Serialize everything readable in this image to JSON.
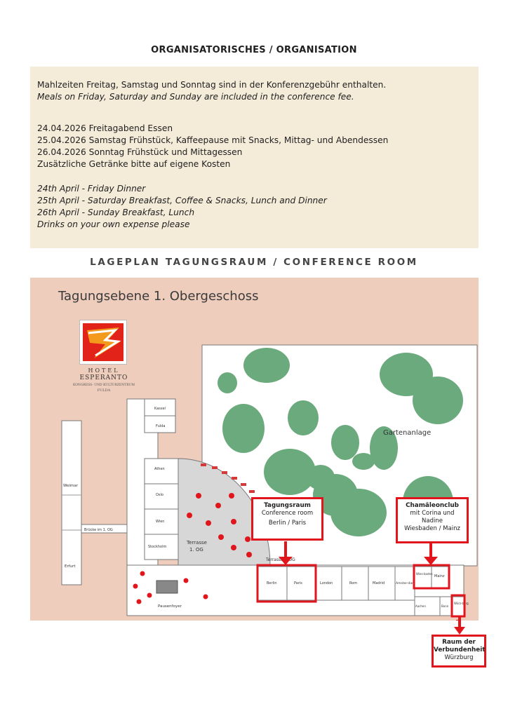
{
  "header": {
    "title": "ORGANISATORISCHES / ORGANISATION"
  },
  "info": {
    "meals_de": "Mahlzeiten Freitag, Samstag und Sonntag sind in der Konferenzgebühr enthalten.",
    "meals_en": "Meals on Friday, Saturday and Sunday are included in the conference fee.",
    "schedule_de": [
      "24.04.2026 Freitagabend Essen",
      "25.04.2026 Samstag Frühstück, Kaffeepause mit Snacks, Mittag- und Abendessen",
      "26.04.2026 Sonntag Frühstück und Mittagessen",
      "Zusätzliche Getränke bitte auf eigene Kosten"
    ],
    "schedule_en": [
      "24th April - Friday Dinner",
      "25th April - Saturday  Breakfast, Coffee & Snacks, Lunch and Dinner",
      "26th April - Sunday Breakfast, Lunch",
      "Drinks on your own expense please"
    ]
  },
  "section2": {
    "title": "LAGEPLAN TAGUNGSRAUM / CONFERENCE ROOM"
  },
  "map": {
    "title": "Tagungsebene 1. Obergeschoss",
    "hotel": {
      "line1": "HOTEL",
      "line2": "ESPERANTO",
      "line3": "KONGRESS- UND KULTURZENTRUM",
      "line4": "FULDA"
    },
    "garden": "Gartenanlage",
    "terrace": "Terrasse 1. OG",
    "terrace_line1": "Terrasse",
    "terrace_line2": "1. OG",
    "terrace_small": "Terrasse 1.OG",
    "bridge": "Brücke im 1. OG",
    "foyer": "Pausenfoyer",
    "rooms": {
      "kassel": "Kassel",
      "fulda": "Fulda",
      "athen": "Athen",
      "oslo": "Oslo",
      "wien": "Wien",
      "stockholm": "Stockholm",
      "weimar": "Weimar",
      "erfurt": "Erfurt",
      "berlin": "Berlin",
      "paris": "Paris",
      "london": "London",
      "rom": "Rom",
      "madrid": "Madrid",
      "amsterdam": "Amster-dam",
      "wiesbaden": "Wies-baden",
      "mainz": "Mainz",
      "aachen": "Aachen",
      "bonn": "Bonn",
      "wuerzburg": "Würz-burg"
    },
    "callouts": {
      "conference": {
        "title": "Tagungsraum",
        "subtitle": "Conference room",
        "rooms": "Berlin / Paris"
      },
      "chamaeleon": {
        "title": "Chamäleonclub",
        "line1": "mit Corina und",
        "line2": "Nadine",
        "rooms": "Wiesbaden / Mainz"
      },
      "verbundenheit": {
        "title1": "Raum der",
        "title2": "Verbundenheit",
        "room": "Würzburg"
      }
    }
  },
  "colors": {
    "accent_red": "#e0161c",
    "garden_green": "#6aaa7c",
    "info_bg": "#f4ebd9",
    "map_bg": "#efcdbd"
  }
}
